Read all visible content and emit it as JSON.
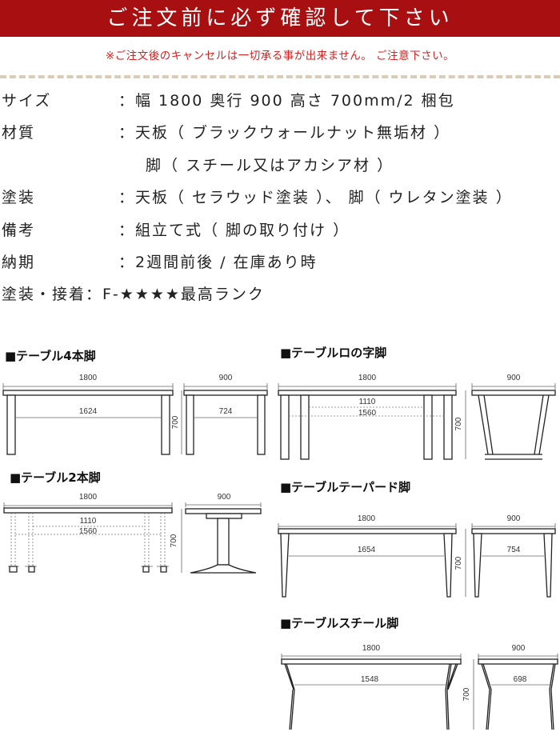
{
  "header": {
    "title": "ご注文前に必ず確認して下さい",
    "notice": "※ご注文後のキャンセルは一切承る事が出来ません。 ご注意下さい。"
  },
  "specs": {
    "size_label": "サイズ",
    "size_value": "：幅 1800 奥行 900 高さ 700mm/2 梱包",
    "material_label": "材質",
    "material_value_1": "：天板（ ブラックウォールナット無垢材 ）",
    "material_value_2": "脚（ スチール又はアカシア材 ）",
    "coating_label": "塗装",
    "coating_value": "：天板（ セラウッド塗装 ）、 脚（ ウレタン塗装 ）",
    "notes_label": "備考",
    "notes_value": "：組立て式（ 脚の取り付け ）",
    "delivery_label": "納期",
    "delivery_value": "：2週間前後 / 在庫あり時",
    "adhesive_label": "塗装・接着：F-★★★★最高ランク"
  },
  "diagrams": {
    "four_leg": {
      "title": "■テーブル4本脚",
      "width": "1800",
      "depth": "900",
      "height": "700",
      "inner_front": "1624",
      "inner_side": "724"
    },
    "ro_leg": {
      "title": "■テーブルロの字脚",
      "width": "1800",
      "depth": "900",
      "height": "700",
      "inner_1": "1110",
      "inner_2": "1560"
    },
    "two_leg": {
      "title": "■テーブル2本脚",
      "width": "1800",
      "depth": "900",
      "height": "700",
      "inner_1": "1110",
      "inner_2": "1560"
    },
    "tapered": {
      "title": "■テーブルテーパード脚",
      "width": "1800",
      "depth": "900",
      "height": "700",
      "inner_front": "1654",
      "inner_side": "754"
    },
    "steel": {
      "title": "■テーブルスチール脚",
      "width": "1800",
      "depth": "900",
      "height": "700",
      "inner_front": "1548",
      "inner_side": "698"
    }
  }
}
